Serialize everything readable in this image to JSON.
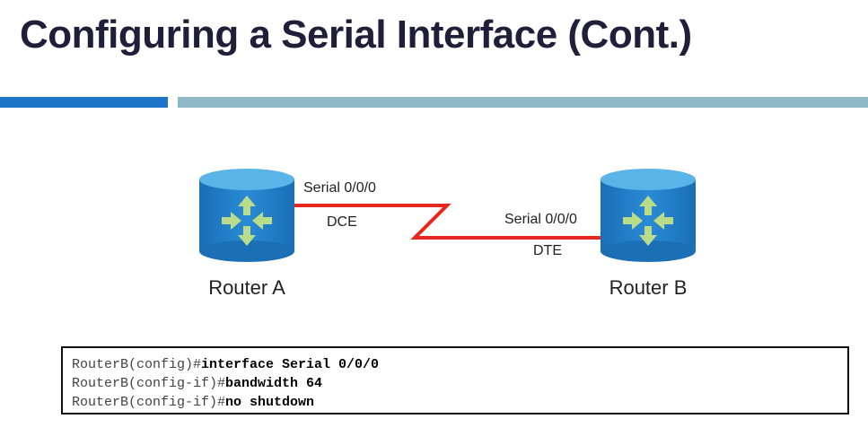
{
  "slide": {
    "title": "Configuring a Serial Interface (Cont.)"
  },
  "diagram": {
    "router_a": {
      "label": "Router A"
    },
    "router_b": {
      "label": "Router B"
    },
    "link": {
      "a_interface": "Serial 0/0/0",
      "a_role": "DCE",
      "b_interface": "Serial 0/0/0",
      "b_role": "DTE",
      "color": "#e8281f"
    },
    "router_colors": {
      "top": "#5ab4e8",
      "body": "#1e7fc9",
      "arrows": "#b9dc8a"
    }
  },
  "cli": {
    "lines": [
      {
        "prompt": "RouterB(config)#",
        "command": "interface Serial 0/0/0"
      },
      {
        "prompt": "RouterB(config-if)#",
        "command": "bandwidth 64"
      },
      {
        "prompt": "RouterB(config-if)#",
        "command": "no shutdown"
      }
    ]
  }
}
